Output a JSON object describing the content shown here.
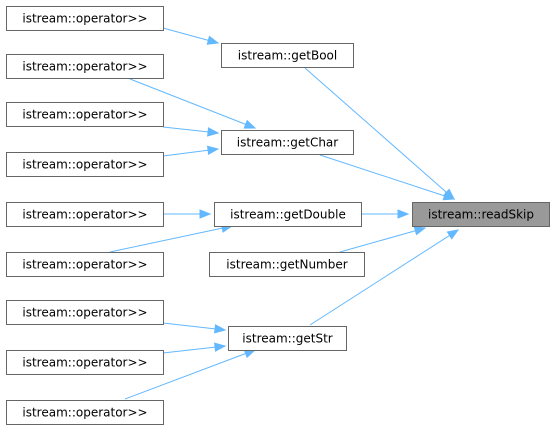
{
  "graph": {
    "nodes": {
      "readSkip": {
        "label": "istream::readSkip",
        "focus": true
      },
      "getBool": {
        "label": "istream::getBool"
      },
      "getChar": {
        "label": "istream::getChar"
      },
      "getDouble": {
        "label": "istream::getDouble"
      },
      "getNumber": {
        "label": "istream::getNumber"
      },
      "getStr": {
        "label": "istream::getStr"
      },
      "op1": {
        "label": "istream::operator>>"
      },
      "op2": {
        "label": "istream::operator>>"
      },
      "op3": {
        "label": "istream::operator>>"
      },
      "op4": {
        "label": "istream::operator>>"
      },
      "op5": {
        "label": "istream::operator>>"
      },
      "op6": {
        "label": "istream::operator>>"
      },
      "op7": {
        "label": "istream::operator>>"
      },
      "op8": {
        "label": "istream::operator>>"
      },
      "op9": {
        "label": "istream::operator>>"
      }
    },
    "edges": [
      {
        "from": "getBool",
        "to": "readSkip"
      },
      {
        "from": "getChar",
        "to": "readSkip"
      },
      {
        "from": "getDouble",
        "to": "readSkip"
      },
      {
        "from": "getNumber",
        "to": "readSkip"
      },
      {
        "from": "getStr",
        "to": "readSkip"
      },
      {
        "from": "op1",
        "to": "getBool"
      },
      {
        "from": "op2",
        "to": "getChar"
      },
      {
        "from": "op3",
        "to": "getChar"
      },
      {
        "from": "op4",
        "to": "getChar"
      },
      {
        "from": "op5",
        "to": "getDouble"
      },
      {
        "from": "op6",
        "to": "getDouble"
      },
      {
        "from": "op7",
        "to": "getStr"
      },
      {
        "from": "op8",
        "to": "getStr"
      },
      {
        "from": "op9",
        "to": "getStr"
      }
    ],
    "colors": {
      "edge": "#63b8ff",
      "focus_fill": "#999999",
      "border": "#666666"
    }
  }
}
